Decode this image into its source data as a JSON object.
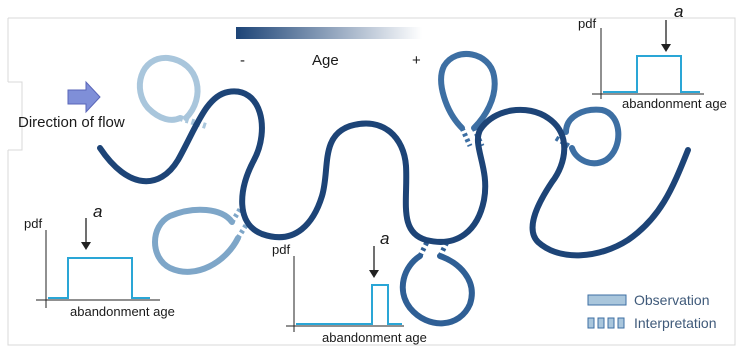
{
  "flow": {
    "label": "Direction of flow"
  },
  "age_bar": {
    "label": "Age",
    "minus": "-",
    "plus": "+"
  },
  "insets": [
    {
      "ylabel": "pdf",
      "xlabel": "abandonment age",
      "marker": "a"
    },
    {
      "ylabel": "pdf",
      "xlabel": "abandonment age",
      "marker": "a"
    },
    {
      "ylabel": "pdf",
      "xlabel": "abandonment age",
      "marker": "a"
    }
  ],
  "legend": {
    "observation": "Observation",
    "interpretation": "Interpretation"
  },
  "colors": {
    "channel_dark": "#1d4477",
    "channel_mid": "#3d6fa3",
    "channel_light": "#a9c6dc",
    "pdf_line": "#2aa6d6",
    "arrow_fill": "#7f8fd8"
  }
}
